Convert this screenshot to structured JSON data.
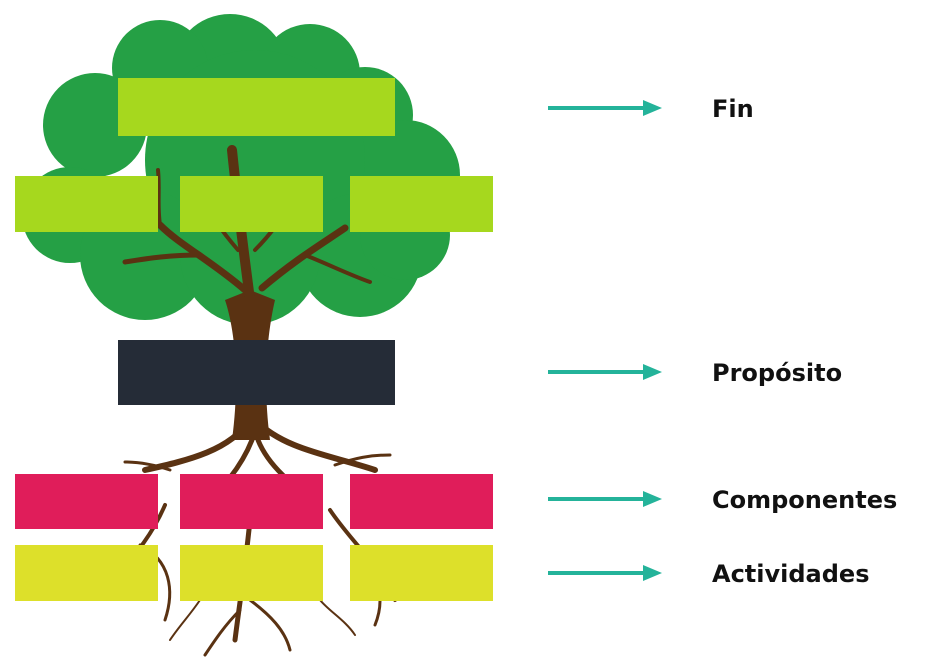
{
  "colors": {
    "canopy": "#25a045",
    "canopy_dark": "#1f8f3c",
    "trunk": "#5a3212",
    "fin_box": "#a6d81e",
    "proposito_box": "#252c37",
    "componentes_box": "#e01d5a",
    "actividades_box": "#dde02a",
    "arrow": "#24b39a",
    "text": "#111111"
  },
  "levels": [
    {
      "key": "fin",
      "label": "Fin",
      "icon": "arrow-right-icon"
    },
    {
      "key": "proposito",
      "label": "Propósito",
      "icon": "arrow-right-icon"
    },
    {
      "key": "componentes",
      "label": "Componentes",
      "icon": "arrow-right-icon"
    },
    {
      "key": "actividades",
      "label": "Actividades",
      "icon": "arrow-right-icon"
    }
  ]
}
